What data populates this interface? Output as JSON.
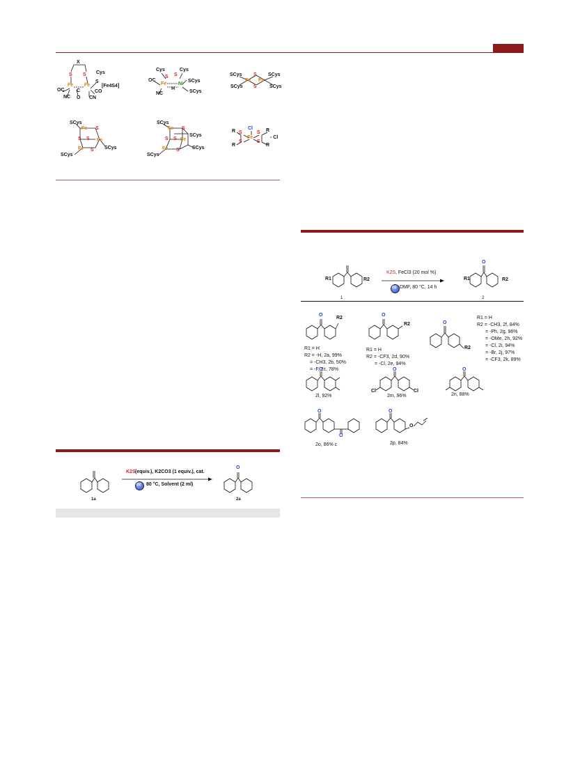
{
  "fig1": {
    "s1": {
      "x": "X",
      "fe_a": "Fe",
      "fe_b": "Fe",
      "s_a": "S",
      "s_b": "S",
      "cys": "Cys",
      "oc": "OC",
      "nc": "NC",
      "co": "CO",
      "cn": "CN",
      "o": "O",
      "c": "C",
      "fe4s4": "[Fe4S4]",
      "s": "S"
    },
    "s2": {
      "cys1": "Cys",
      "cys2": "Cys",
      "s_a": "S",
      "s_b": "S",
      "fe": "Fe",
      "ni": "Ni",
      "oc": "OC",
      "nc": "NC",
      "h": "H",
      "scys1": "SCys",
      "scys2": "SCys"
    },
    "s3": {
      "scys": "SCys",
      "fe": "Fe",
      "s": "S"
    },
    "s4": {
      "scys": "SCys",
      "fe": "Fe",
      "s": "S"
    },
    "s5": {
      "scys": "SCys",
      "fe": "Fe",
      "s": "S"
    },
    "s6": {
      "r": "R",
      "s": "S",
      "fe": "Fe",
      "cl": "Cl",
      "minus_cl": "- Cl"
    }
  },
  "scheme_left": {
    "reagent_k2s": "K2S",
    "reagent_rest": " (equiv.), K2CO3 (1 equiv.), cat.",
    "o2": "O2",
    "conditions": "80 °C, Solvent (2 ml)",
    "label_1a": "1a",
    "label_2a": "2a",
    "o": "O"
  },
  "scheme_right": {
    "r1": "R1",
    "r2": "R2",
    "label_1": "1",
    "label_2": "2",
    "reagent_k2s": "K2S",
    "reagent_rest": ", FeCl3 (20 mol %)",
    "o2": "O2",
    "conditions": "DMF, 80 °C, 14 h",
    "o": "O",
    "block_a": {
      "r1": "R1 = H",
      "r2a": "R2 = -H, 2a, 99%",
      "r2b": "= -CH3, 2b, 50%",
      "r2c": "= -F, 2c, 78%"
    },
    "block_b": {
      "r1": "R1 = H",
      "r2d": "R2 = -CF3, 2d, 90%",
      "r2e": "= -Cl, 2e, 94%"
    },
    "block_c": {
      "r1": "R1 = H",
      "r2f": "R2 = -CH3, 2f, 84%",
      "r2g": "= -Ph, 2g, 96%",
      "r2h": "= -OMe, 2h, 92%",
      "r2i": "= -Cl, 2i, 94%",
      "r2j": "= -Br, 2j, 97%",
      "r2k": "= -CF3, 2k, 89%"
    },
    "p2l": "2l, 92%",
    "p2m": "2m, 96%",
    "p2n": "2n, 88%",
    "p2o": "2o, 86% c",
    "p2p": "2p, 84%",
    "cl": "Cl"
  },
  "colors": {
    "rule": "#8b1a1a",
    "red": "#d62020",
    "blue": "#1d3fd6",
    "orange": "#e07b00"
  }
}
